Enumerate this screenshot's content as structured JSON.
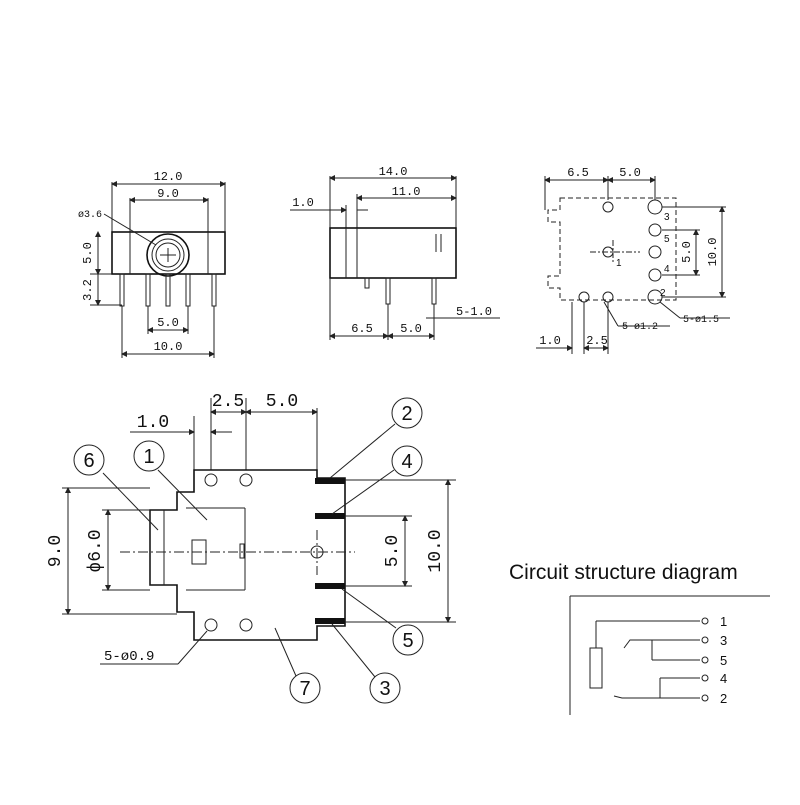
{
  "top_left_view": {
    "dim_overall_width": "12.0",
    "dim_inner_width": "9.0",
    "dim_hole": "ø3.6",
    "dim_height": "5.0",
    "dim_pin_height": "3.2",
    "dim_pin_spacing": "5.0",
    "dim_base_width": "10.0"
  },
  "top_middle_view": {
    "dim_overall_length": "14.0",
    "dim_body_length": "11.0",
    "dim_front": "1.0",
    "dim_pin_offset": "6.5",
    "dim_pin_spacing": "5.0",
    "dim_pin_tol": "5-1.0"
  },
  "top_right_view": {
    "dim_a": "6.5",
    "dim_b": "5.0",
    "dim_height": "10.0",
    "dim_inner": "5.0",
    "dim_left": "1.0",
    "dim_pitch": "2.5",
    "dim_small_holes": "5-ø1.2",
    "dim_large_holes": "5-ø1.5",
    "pin_labels": [
      "3",
      "5",
      "4",
      "2",
      "1"
    ]
  },
  "main_view": {
    "dim_left": "1.0",
    "dim_pitch": "2.5",
    "dim_span": "5.0",
    "dim_height": "9.0",
    "dim_diameter": "ϕ6.0",
    "dim_inner": "5.0",
    "dim_total": "10.0",
    "dim_holes": "5-ø0.9",
    "callouts": [
      "1",
      "2",
      "3",
      "4",
      "5",
      "6",
      "7"
    ]
  },
  "circuit": {
    "title": "Circuit structure diagram",
    "pins": [
      "1",
      "3",
      "5",
      "4",
      "2"
    ]
  }
}
